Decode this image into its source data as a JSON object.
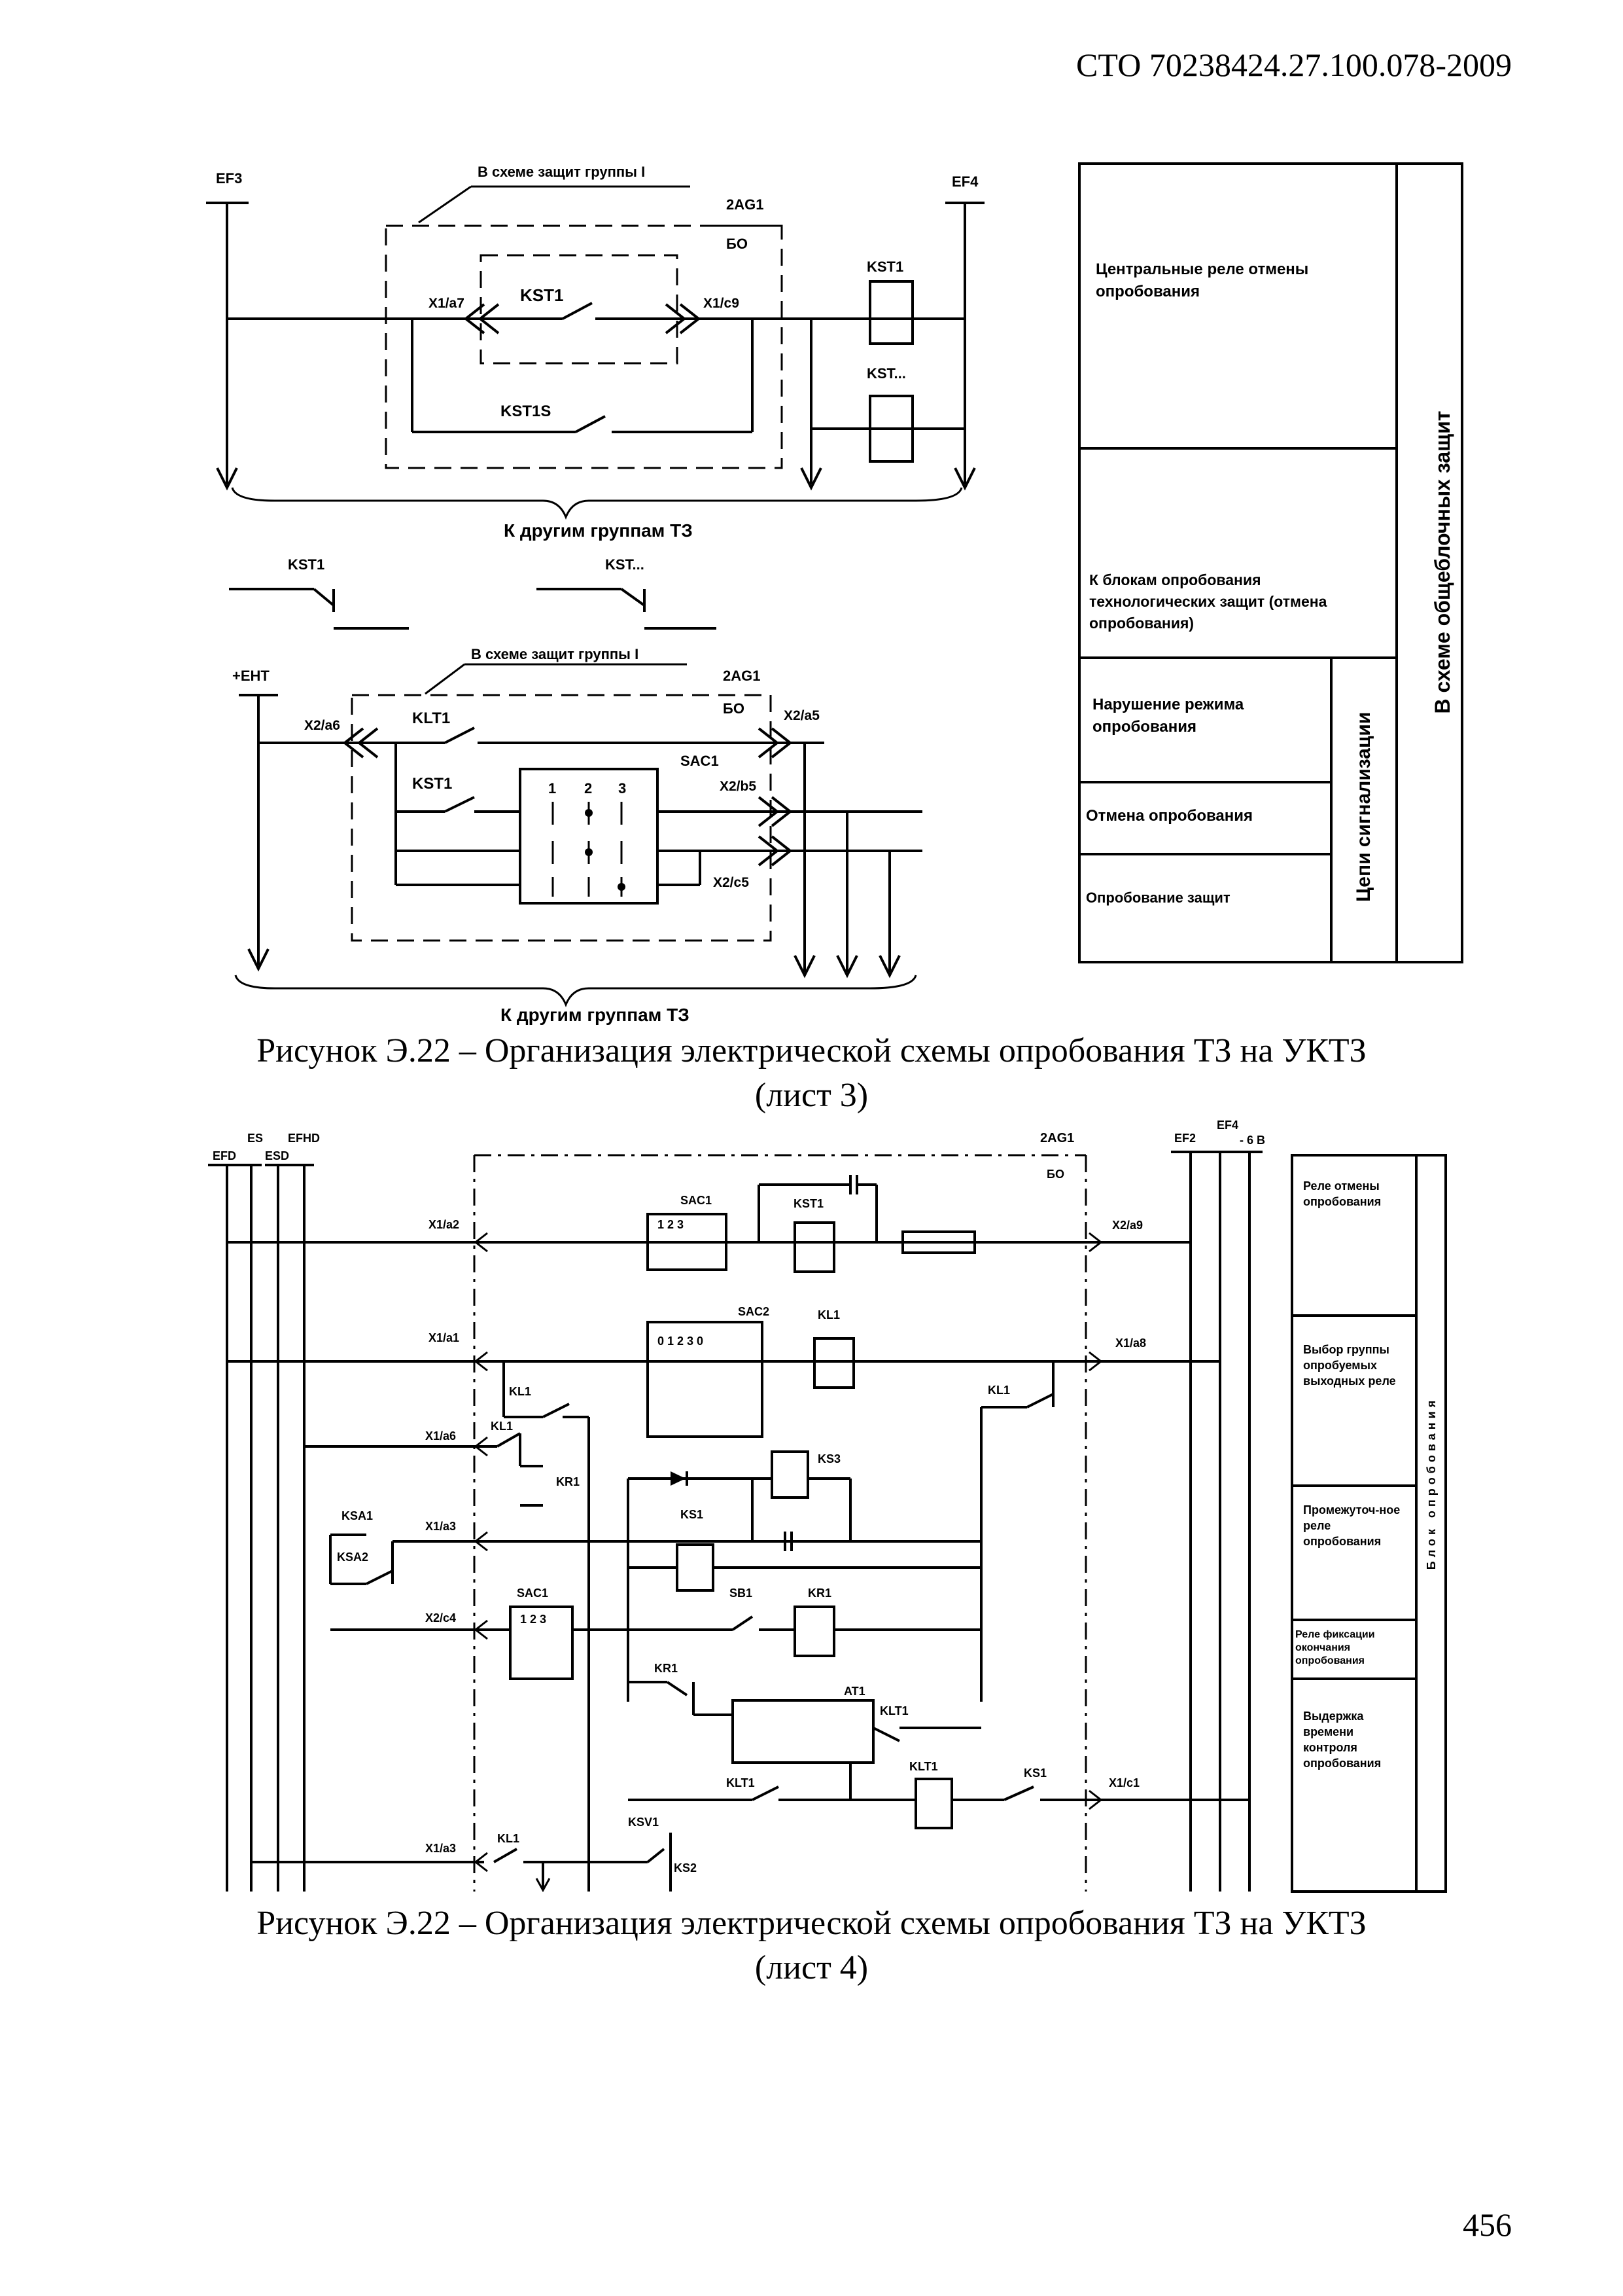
{
  "header": {
    "doc_code": "СТО 70238424.27.100.078-2009"
  },
  "page_number": "456",
  "figure_sheet3": {
    "caption_line1": "Рисунок Э.22 – Организация электрической схемы опробования ТЗ на УКТЗ",
    "caption_line2": "(лист 3)",
    "labels": {
      "ef3": "EF3",
      "ef4": "EF4",
      "group_note": "В схеме защит группы I",
      "ag": "2AG1",
      "bo": "БО",
      "x1a7": "X1/a7",
      "x1c9": "X1/c9",
      "kst1": "KST1",
      "kst1s": "KST1S",
      "kst_dots": "KST...",
      "other_groups": "К другим группам ТЗ",
      "eht": "+EHT",
      "x2a6": "X2/a6",
      "klt1": "KLT1",
      "x2a5": "X2/a5",
      "x2b5": "X2/b5",
      "x2c5": "X2/c5",
      "sac1": "SAC1",
      "pos1": "1",
      "pos2": "2",
      "pos3": "3"
    },
    "side_table": {
      "row1": "Центральные реле отмены опробования",
      "row2": "К блокам опробования технологических защит (отмена опробования)",
      "row3": "Нарушение режима опробования",
      "row4": "Отмена опробования",
      "row5": "Опробование защит",
      "vert_signal": "Цепи сигнализации",
      "vert_general": "В схеме общеблочных защит"
    }
  },
  "figure_sheet4": {
    "caption_line1": "Рисунок Э.22 – Организация электрической схемы опробования ТЗ на УКТЗ",
    "caption_line2": "(лист 4)",
    "labels": {
      "efd": "EFD",
      "es": "ES",
      "esd": "ESD",
      "efhd": "EFHD",
      "ef2": "EF2",
      "ef4": "EF4",
      "m6v": "- 6 В",
      "ag": "2AG1",
      "bo": "БО",
      "sac1": "SAC1",
      "sac2": "SAC2",
      "kst1": "KST1",
      "kl1": "KL1",
      "kr1": "KR1",
      "ks3": "KS3",
      "ks1": "KS1",
      "sb1": "SB1",
      "at1": "AT1",
      "klt1": "KLT1",
      "ksa1": "KSA1",
      "ksa2": "KSA2",
      "ksv1": "KSV1",
      "ks2": "KS2",
      "x1a2": "X1/a2",
      "x1a1": "X1/a1",
      "x1a6": "X1/a6",
      "x1a3": "X1/a3",
      "x2c4": "X2/c4",
      "x1a9": "X2/a9",
      "x1a8": "X1/a8",
      "x1c1": "X1/c1",
      "x1a5": "X1/a3",
      "sac2_pos": "0 1 2 3 0",
      "sac1_pos": "1 2 3",
      "sac1b_pos": "1 2 3"
    },
    "side_table": {
      "row1": "Реле отмены опробования",
      "row2": "Выбор группы опробуемых выходных реле",
      "row3": "Промежуточ-ное реле опробования",
      "row4": "Реле фиксации окончания опробования",
      "row5": "Выдержка времени контроля опробования",
      "vert": "Блок опробования"
    }
  }
}
